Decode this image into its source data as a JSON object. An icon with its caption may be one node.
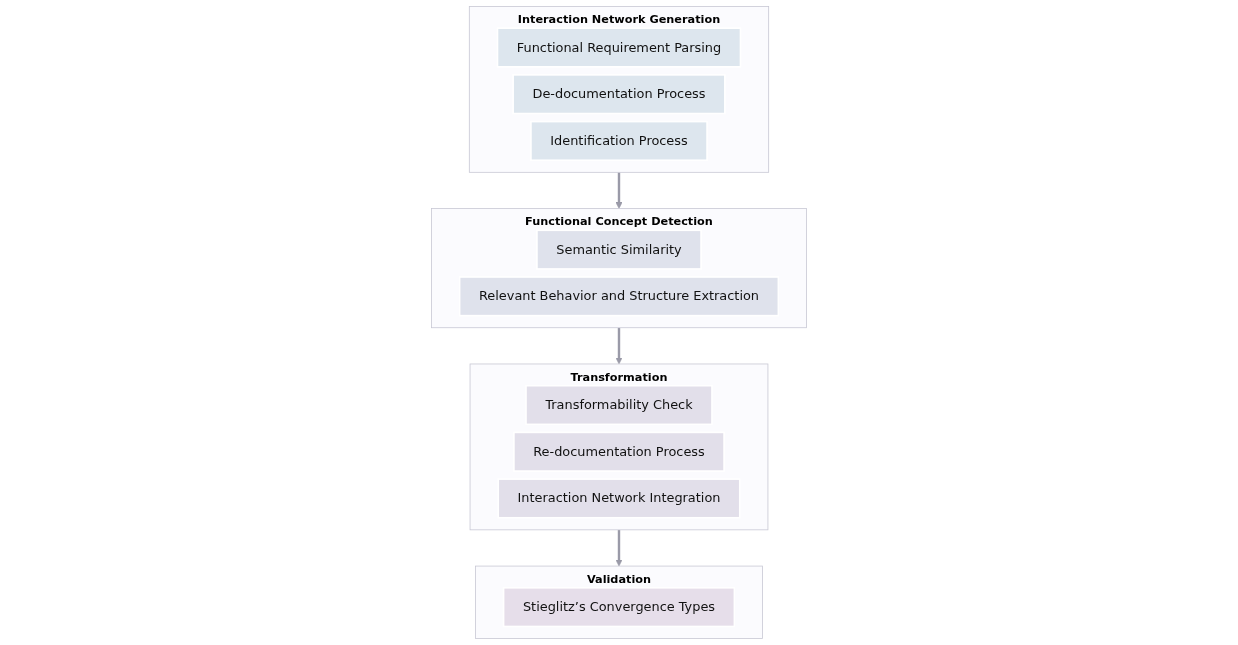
{
  "diagram": {
    "nodes": [
      {
        "text": [
          "Interaction Network Generation"
        ]
      },
      {
        "text": [
          "Functional Requirement Parsing"
        ],
        "in": 0
      },
      {
        "text": [
          "De-documentation Process"
        ],
        "in": 0
      },
      {
        "text": [
          "Identification Process"
        ],
        "in": 0
      },
      {
        "text": [
          "Functional Concept Detection"
        ]
      },
      {
        "text": [
          "Semantic Similarity"
        ],
        "in": 4
      },
      {
        "text": [
          "Relevant Behavior and Structure Extraction"
        ],
        "in": 4
      },
      {
        "text": [
          "Transformation"
        ]
      },
      {
        "text": [
          "Transformability Check"
        ],
        "in": 7
      },
      {
        "text": [
          "Re-documentation Process"
        ],
        "in": 7
      },
      {
        "text": [
          "Interaction Network Integration"
        ],
        "in": 7
      },
      {
        "text": [
          "Validation"
        ]
      },
      {
        "text": [
          "Stieglitz’s Convergence Types"
        ],
        "in": 11
      }
    ],
    "edges": [
      {
        "from": 0,
        "to": 4,
        "arrow": "to"
      },
      {
        "from": 4,
        "to": 7,
        "arrow": "to"
      },
      {
        "from": 7,
        "to": 11,
        "arrow": "to"
      }
    ]
  }
}
